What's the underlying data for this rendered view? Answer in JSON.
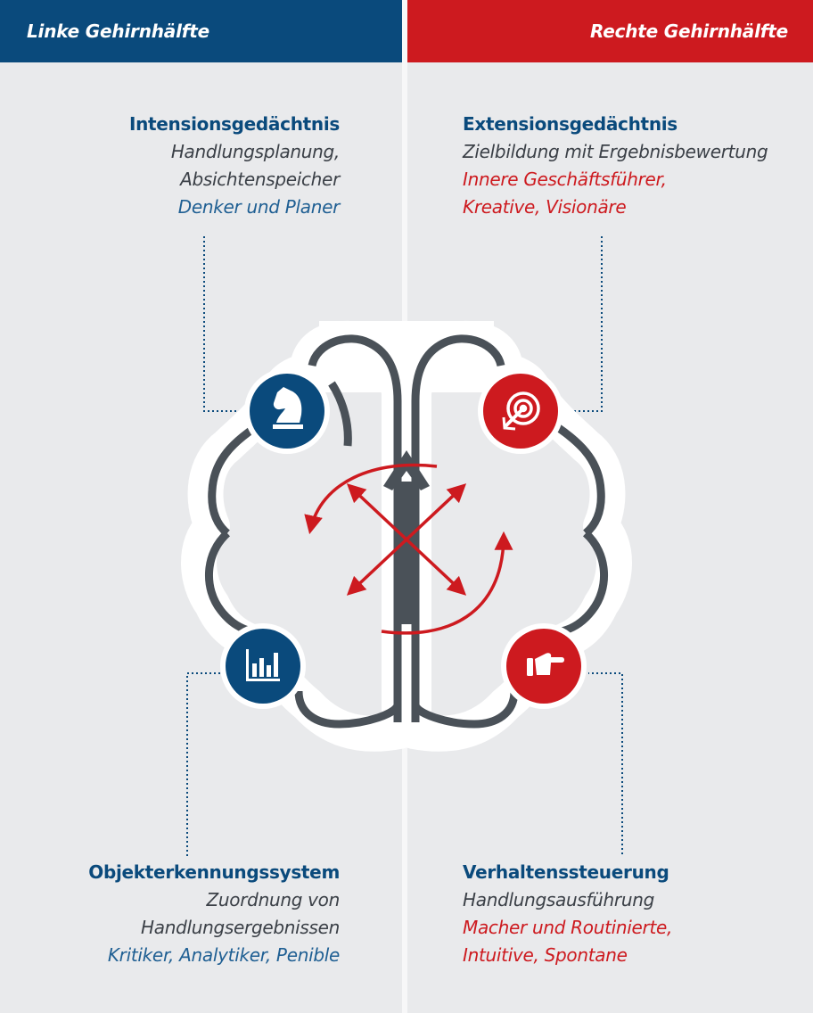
{
  "header": {
    "left_title": "Linke Gehirnhälfte",
    "right_title": "Rechte Gehirnhälfte"
  },
  "blocks": {
    "top_left": {
      "title": "Intensionsgedächtnis",
      "lines": [
        "Handlungsplanung,",
        "Absichtenspeicher"
      ],
      "accent": "Denker und Planer"
    },
    "top_right": {
      "title": "Extensionsgedächtnis",
      "lines": [
        "Zielbildung mit Ergebnisbewertung"
      ],
      "accent": [
        "Innere Geschäftsführer,",
        "Kreative, Visionäre"
      ]
    },
    "bottom_left": {
      "title": "Objekterkennungssystem",
      "lines": [
        "Zuordnung von",
        "Handlungsergebnissen"
      ],
      "accent": "Kritiker, Analytiker, Penible"
    },
    "bottom_right": {
      "title": "Verhaltenssteuerung",
      "lines": [
        "Handlungsausführung"
      ],
      "accent": [
        "Macher und Routinierte,",
        "Intuitive, Spontane"
      ]
    }
  },
  "icons": {
    "top_left": "chess-knight-icon",
    "top_right": "target-icon",
    "bottom_left": "bar-chart-icon",
    "bottom_right": "pointing-hand-icon"
  },
  "colors": {
    "blue": "#0a4a7c",
    "red": "#cd1a1f",
    "gray": "#4a5158",
    "background": "#e9eaec"
  }
}
